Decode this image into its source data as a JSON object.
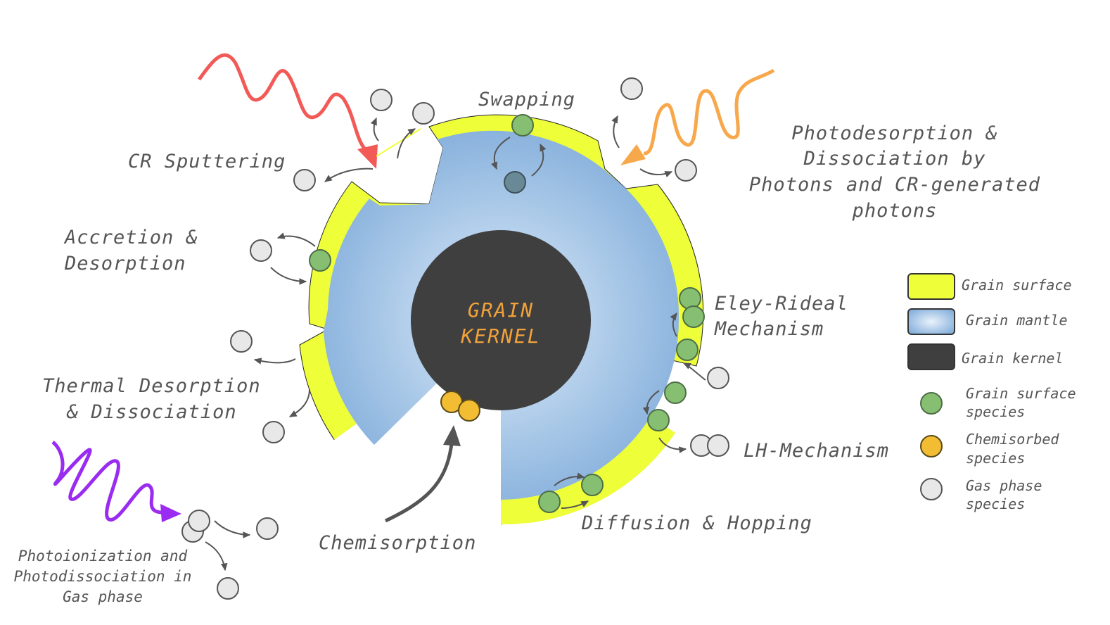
{
  "labels": {
    "kernel_line1": "GRAIN",
    "kernel_line2": "KERNEL",
    "swapping": "Swapping",
    "cr_sputtering": "CR Sputtering",
    "accretion_line1": "Accretion &",
    "accretion_line2": "Desorption",
    "thermal_line1": "Thermal Desorption",
    "thermal_line2": "& Dissociation",
    "photodes_line1": "Photodesorption &",
    "photodes_line2": "Dissociation by",
    "photodes_line3": "Photons and CR-generated",
    "photodes_line4": "photons",
    "eley_line1": "Eley-Rideal",
    "eley_line2": "Mechanism",
    "lh": "LH-Mechanism",
    "diffusion": "Diffusion & Hopping",
    "chemisorption": "Chemisorption",
    "photoion_line1": "Photoionization and",
    "photoion_line2": "Photodissociation in",
    "photoion_line3": "Gas phase"
  },
  "legend": {
    "grain_surface": "Grain surface",
    "grain_mantle": "Grain mantle",
    "grain_kernel": "Grain kernel",
    "surface_species_line1": "Grain surface",
    "surface_species_line2": "species",
    "chem_species_line1": "Chemisorbed",
    "chem_species_line2": "species",
    "gas_species_line1": "Gas phase",
    "gas_species_line2": "species"
  },
  "colors": {
    "grain_surface": "#eeff3a",
    "grain_mantle": "#8fb6df",
    "grain_kernel": "#3f3f3f",
    "surface_species": "#86bf72",
    "chemisorbed_species": "#f2bd33",
    "gas_species": "#e8e8e8",
    "cosmic_ray": "#f25a57",
    "photon": "#f7a84a",
    "uv": "#9a2bf0"
  }
}
